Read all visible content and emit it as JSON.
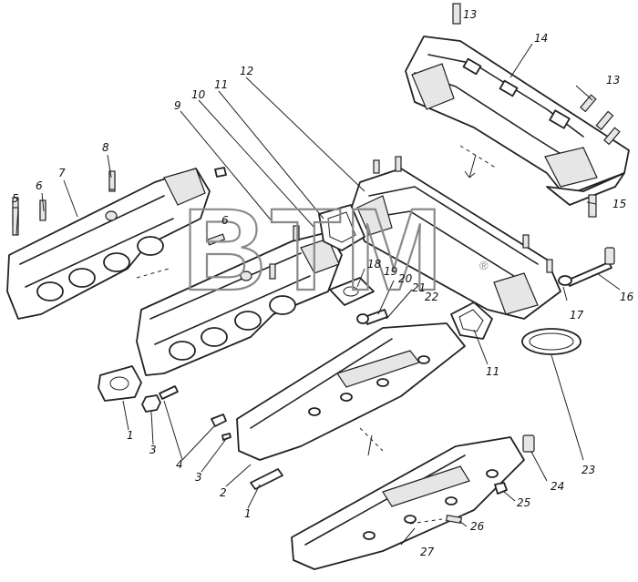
{
  "watermark": {
    "text": "BTM",
    "mark": "®"
  },
  "callouts": [
    "1",
    "2",
    "3",
    "4",
    "5",
    "6",
    "7",
    "8",
    "9",
    "10",
    "11",
    "12",
    "13",
    "14",
    "15",
    "16",
    "17",
    "18",
    "19",
    "20",
    "21",
    "22",
    "23",
    "24",
    "25",
    "26",
    "27"
  ],
  "labels": {
    "l1a": "1",
    "l1b": "1",
    "l2": "2",
    "l3a": "3",
    "l3b": "3",
    "l4": "4",
    "l5": "5",
    "l6a": "6",
    "l6b": "6",
    "l7": "7",
    "l8": "8",
    "l9": "9",
    "l10": "10",
    "l11a": "11",
    "l11b": "11",
    "l12": "12",
    "l13a": "13",
    "l13b": "13",
    "l14": "14",
    "l15": "15",
    "l16": "16",
    "l17": "17",
    "l18": "18",
    "l19": "19",
    "l20": "20",
    "l21": "21",
    "l22": "22",
    "l23": "23",
    "l24": "24",
    "l25": "25",
    "l26": "26",
    "l27": "27"
  }
}
